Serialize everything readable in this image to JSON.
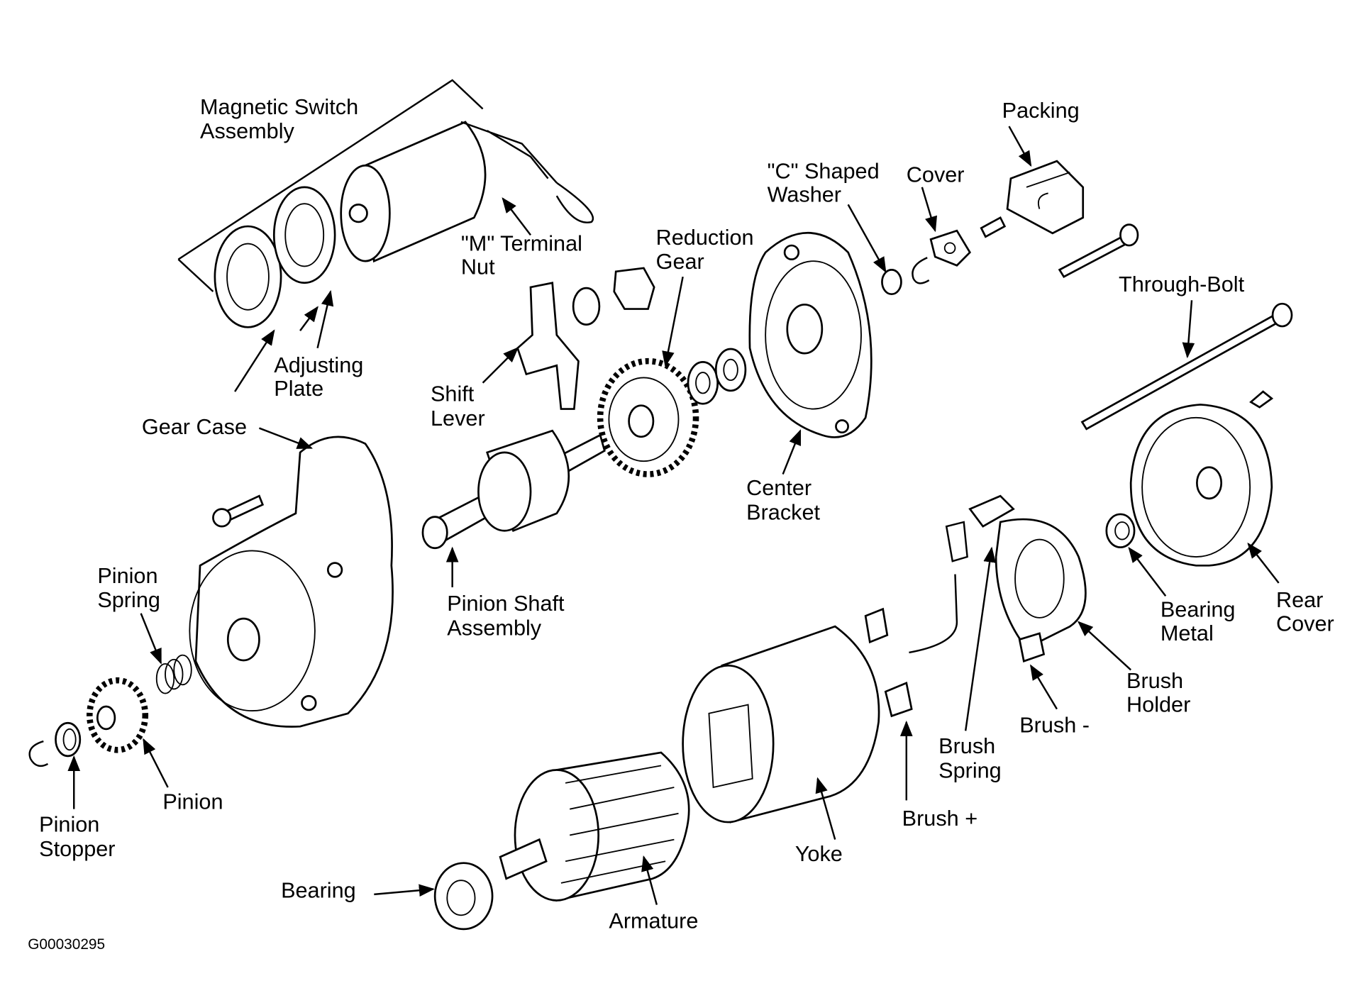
{
  "labels": {
    "magnetic_switch": [
      "Magnetic Switch",
      "Assembly"
    ],
    "m_terminal_nut": [
      "\"M\" Terminal",
      "Nut"
    ],
    "packing": "Packing",
    "c_shaped_washer": [
      "\"C\" Shaped",
      "Washer"
    ],
    "cover": "Cover",
    "reduction_gear": [
      "Reduction",
      "Gear"
    ],
    "through_bolt": "Through-Bolt",
    "adjusting_plate": [
      "Adjusting",
      "Plate"
    ],
    "shift_lever": [
      "Shift",
      "Lever"
    ],
    "gear_case": "Gear Case",
    "center_bracket": [
      "Center",
      "Bracket"
    ],
    "pinion_spring": [
      "Pinion",
      "Spring"
    ],
    "pinion_shaft": [
      "Pinion Shaft",
      "Assembly"
    ],
    "bearing_metal": [
      "Bearing",
      "Metal"
    ],
    "rear_cover": [
      "Rear",
      "Cover"
    ],
    "brush_holder": [
      "Brush",
      "Holder"
    ],
    "brush_minus": "Brush -",
    "brush_spring": [
      "Brush",
      "Spring"
    ],
    "pinion": "Pinion",
    "pinion_stopper": [
      "Pinion",
      "Stopper"
    ],
    "brush_plus": "Brush +",
    "yoke": "Yoke",
    "bearing": "Bearing",
    "armature": "Armature"
  },
  "figure_id": "G00030295"
}
